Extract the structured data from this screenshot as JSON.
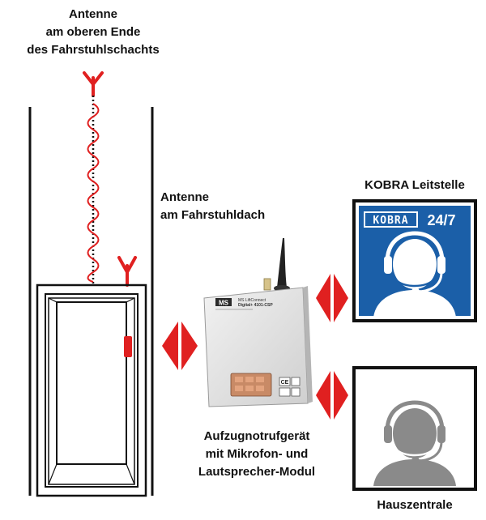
{
  "labels": {
    "top_antenna": [
      "Antenne",
      "am oberen Ende",
      "des Fahrstuhlschachts"
    ],
    "roof_antenna": [
      "Antenne",
      "am Fahrstuhldach"
    ],
    "device": [
      "Aufzugnotrufgerät",
      "mit Mikrofon- und",
      "Lautsprecher-Modul"
    ],
    "kobra_title": "KOBRA Leitstelle",
    "house_title": "Hauszentrale"
  },
  "device_panel": {
    "brand": "MS",
    "line1": "MS LiftConnect",
    "line2": "Digital+ 4101-CSP",
    "badge": "CE"
  },
  "kobra_card": {
    "logo": "KOBRA",
    "hours": "24/7"
  },
  "colors": {
    "accent_red": "#e02020",
    "kobra_blue": "#1b5fa8",
    "frame_black": "#111111",
    "avatar_grey": "#8a8a8a"
  },
  "icons": [
    "antenna-icon",
    "double-arrow-icon",
    "headset-person-icon"
  ]
}
